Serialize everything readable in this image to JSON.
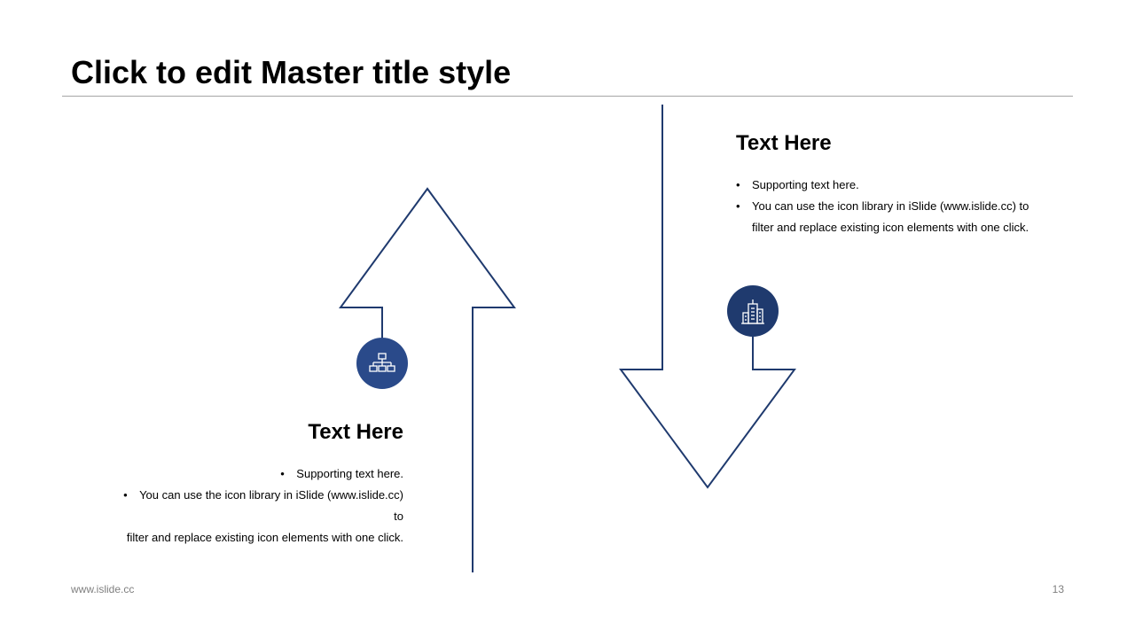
{
  "slide": {
    "title": "Click to edit Master title style",
    "footer_url": "www.islide.cc",
    "page_number": "13"
  },
  "colors": {
    "navy": "#1f3a6e",
    "icon_fill": "#2a4a8a",
    "rule": "#a6a6a6",
    "footer_text": "#7f7f7f"
  },
  "blocks": {
    "left": {
      "icon": "org-chart-icon",
      "heading": "Text Here",
      "bullet_1": "Supporting text here.",
      "bullet_2_line_1": "You can use the icon library in iSlide  (www.islide.cc) to",
      "bullet_2_line_2": "filter and replace existing icon elements with one click."
    },
    "right": {
      "icon": "buildings-icon",
      "heading": "Text Here",
      "bullet_1": "Supporting text here.",
      "bullet_2_line_1": "You can use the icon library in iSlide  (www.islide.cc) to",
      "bullet_2_line_2": "filter and replace existing icon elements with one click."
    }
  }
}
